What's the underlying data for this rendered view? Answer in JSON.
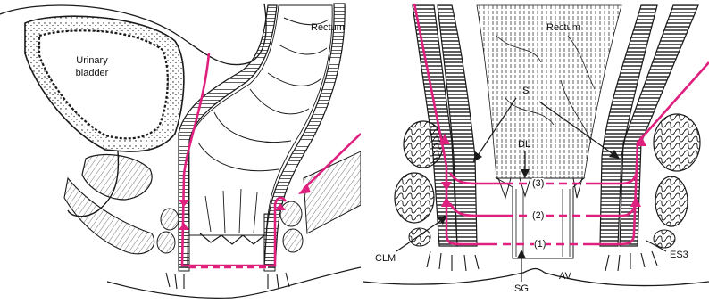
{
  "colors": {
    "pathway": "#e0207f",
    "ink": "#1a1a1a",
    "paper": "#ffffff"
  },
  "left_panel": {
    "rectum_label": "Rectum",
    "bladder_label_line1": "Urinary",
    "bladder_label_line2": "bladder"
  },
  "right_panel": {
    "rectum_label": "Rectum",
    "is_label": "IS",
    "dl_label": "DL",
    "plane3_label": "(3)",
    "plane2_label": "(2)",
    "plane1_label": "(1)",
    "clm_label": "CLM",
    "es3_label": "ES3",
    "isg_label": "ISG",
    "av_label": "AV"
  }
}
